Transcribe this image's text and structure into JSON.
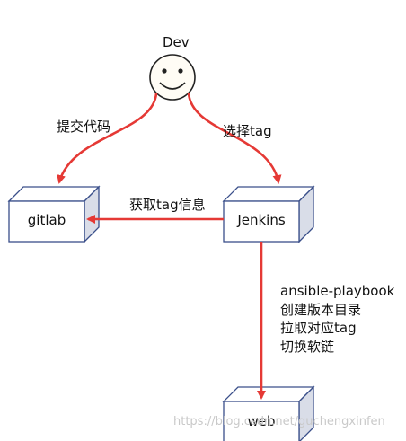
{
  "actor": {
    "name": "Dev"
  },
  "nodes": {
    "gitlab": {
      "label": "gitlab"
    },
    "jenkins": {
      "label": "Jenkins"
    },
    "web": {
      "label": "web"
    }
  },
  "edges": {
    "dev_to_gitlab": "提交代码",
    "dev_to_jenkins": "选择tag",
    "jenkins_to_gitlab": "获取tag信息",
    "jenkins_to_web": [
      "ansible-playbook",
      "创建版本目录",
      "拉取对应tag",
      "切换软链"
    ]
  },
  "colors": {
    "arrow": "#e53935",
    "box_front": "#ffffff",
    "box_side": "#d9dde8",
    "box_stroke": "#3a4f8a",
    "face_fill": "#fffcf5"
  },
  "watermark": "https://blog.csdn.net/guchengxinfen"
}
